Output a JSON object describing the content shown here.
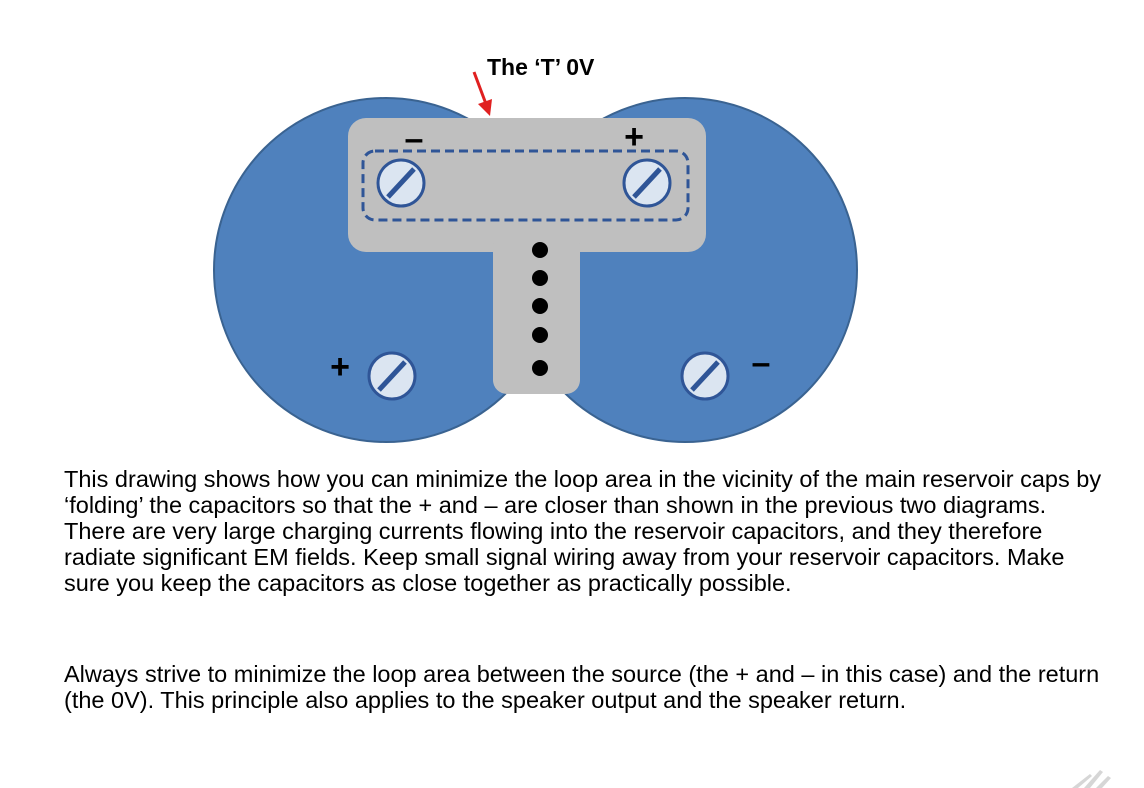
{
  "diagram": {
    "title": "The ‘T’ 0V",
    "t_bar_terminals": {
      "left": "–",
      "right": "+"
    },
    "capacitor_terminals": {
      "left": "+",
      "right": "–"
    },
    "colors": {
      "capacitor_fill": "#4f81bd",
      "capacitor_stroke": "#3a6391",
      "t_bar_fill": "#bfbfbf",
      "screw_fill": "#dbe5f1",
      "screw_stroke": "#2f5597",
      "arrow": "#e02020",
      "dashed_outline": "#2f5597"
    },
    "icons": [
      "screw-icon",
      "red-arrow-icon",
      "dot-icon"
    ]
  },
  "text": {
    "paragraph_1": "This drawing shows how you can minimize the loop area in the vicinity of the main reservoir caps by ‘folding’ the capacitors so that the + and – are closer than shown in the previous two diagrams. There are very large charging currents flowing into the reservoir capacitors, and they therefore radiate significant EM fields. Keep small signal wiring away from your reservoir capacitors. Make sure you keep the capacitors as close together as practically possible.",
    "paragraph_2": "Always strive to minimize the loop area between the source (the + and – in this case) and the return (the 0V).  This principle also applies to the speaker output and the speaker return."
  }
}
